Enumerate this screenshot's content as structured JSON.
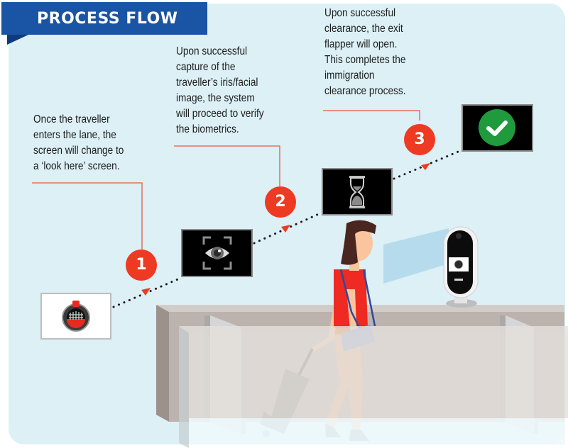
{
  "header": {
    "title": "PROCESS FLOW"
  },
  "steps": [
    {
      "number": "1",
      "description_lines": [
        "Once the traveller",
        "enters the lane, the",
        "screen will change to",
        "a ‘look here’ screen."
      ],
      "screen_icon": "eye-scan-icon"
    },
    {
      "number": "2",
      "description_lines": [
        "Upon successful",
        "capture of the",
        "traveller’s iris/facial",
        "image, the system",
        "will proceed to verify",
        "the biometrics."
      ],
      "screen_icon": "hourglass-icon"
    },
    {
      "number": "3",
      "description_lines": [
        "Upon successful",
        "clearance, the exit",
        "flapper will open.",
        "This completes the",
        "immigration",
        "clearance process."
      ],
      "screen_icon": "checkmark-icon"
    }
  ],
  "initial_screen": {
    "icon": "immigration-crest-icon"
  },
  "colors": {
    "banner": "#1a54a4",
    "step_badge": "#ee3a22",
    "panel_bg": "#dcf0f6",
    "success": "#1f9a3c",
    "traveller_shirt": "#ee2a22"
  }
}
